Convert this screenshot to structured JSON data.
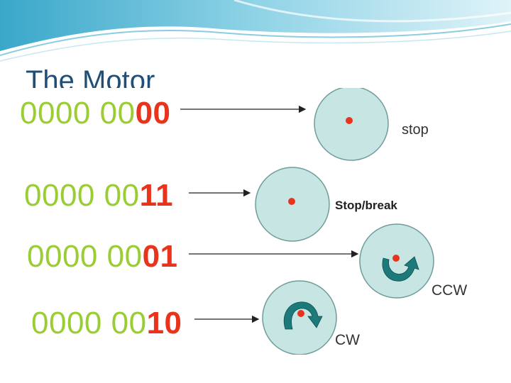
{
  "title": "The Motor",
  "colors": {
    "title": "#1f4e79",
    "bits_high": "#9acd32",
    "bits_low": "#e8341c",
    "disc_fill": "#c7e6e3",
    "disc_stroke": "#6f9c9a",
    "arrow_fill": "#1c7a7a"
  },
  "states": [
    {
      "bits_high": "0000 00",
      "bits_low": "00",
      "label": "stop",
      "icon": "dot-icon"
    },
    {
      "bits_high": "0000 00",
      "bits_low": "11",
      "label": "Stop/break",
      "icon": "dot-icon"
    },
    {
      "bits_high": "0000 00",
      "bits_low": "01",
      "label": "CCW",
      "icon": "rotate-ccw-icon"
    },
    {
      "bits_high": "0000 00",
      "bits_low": "10",
      "label": "CW",
      "icon": "rotate-cw-icon"
    }
  ]
}
